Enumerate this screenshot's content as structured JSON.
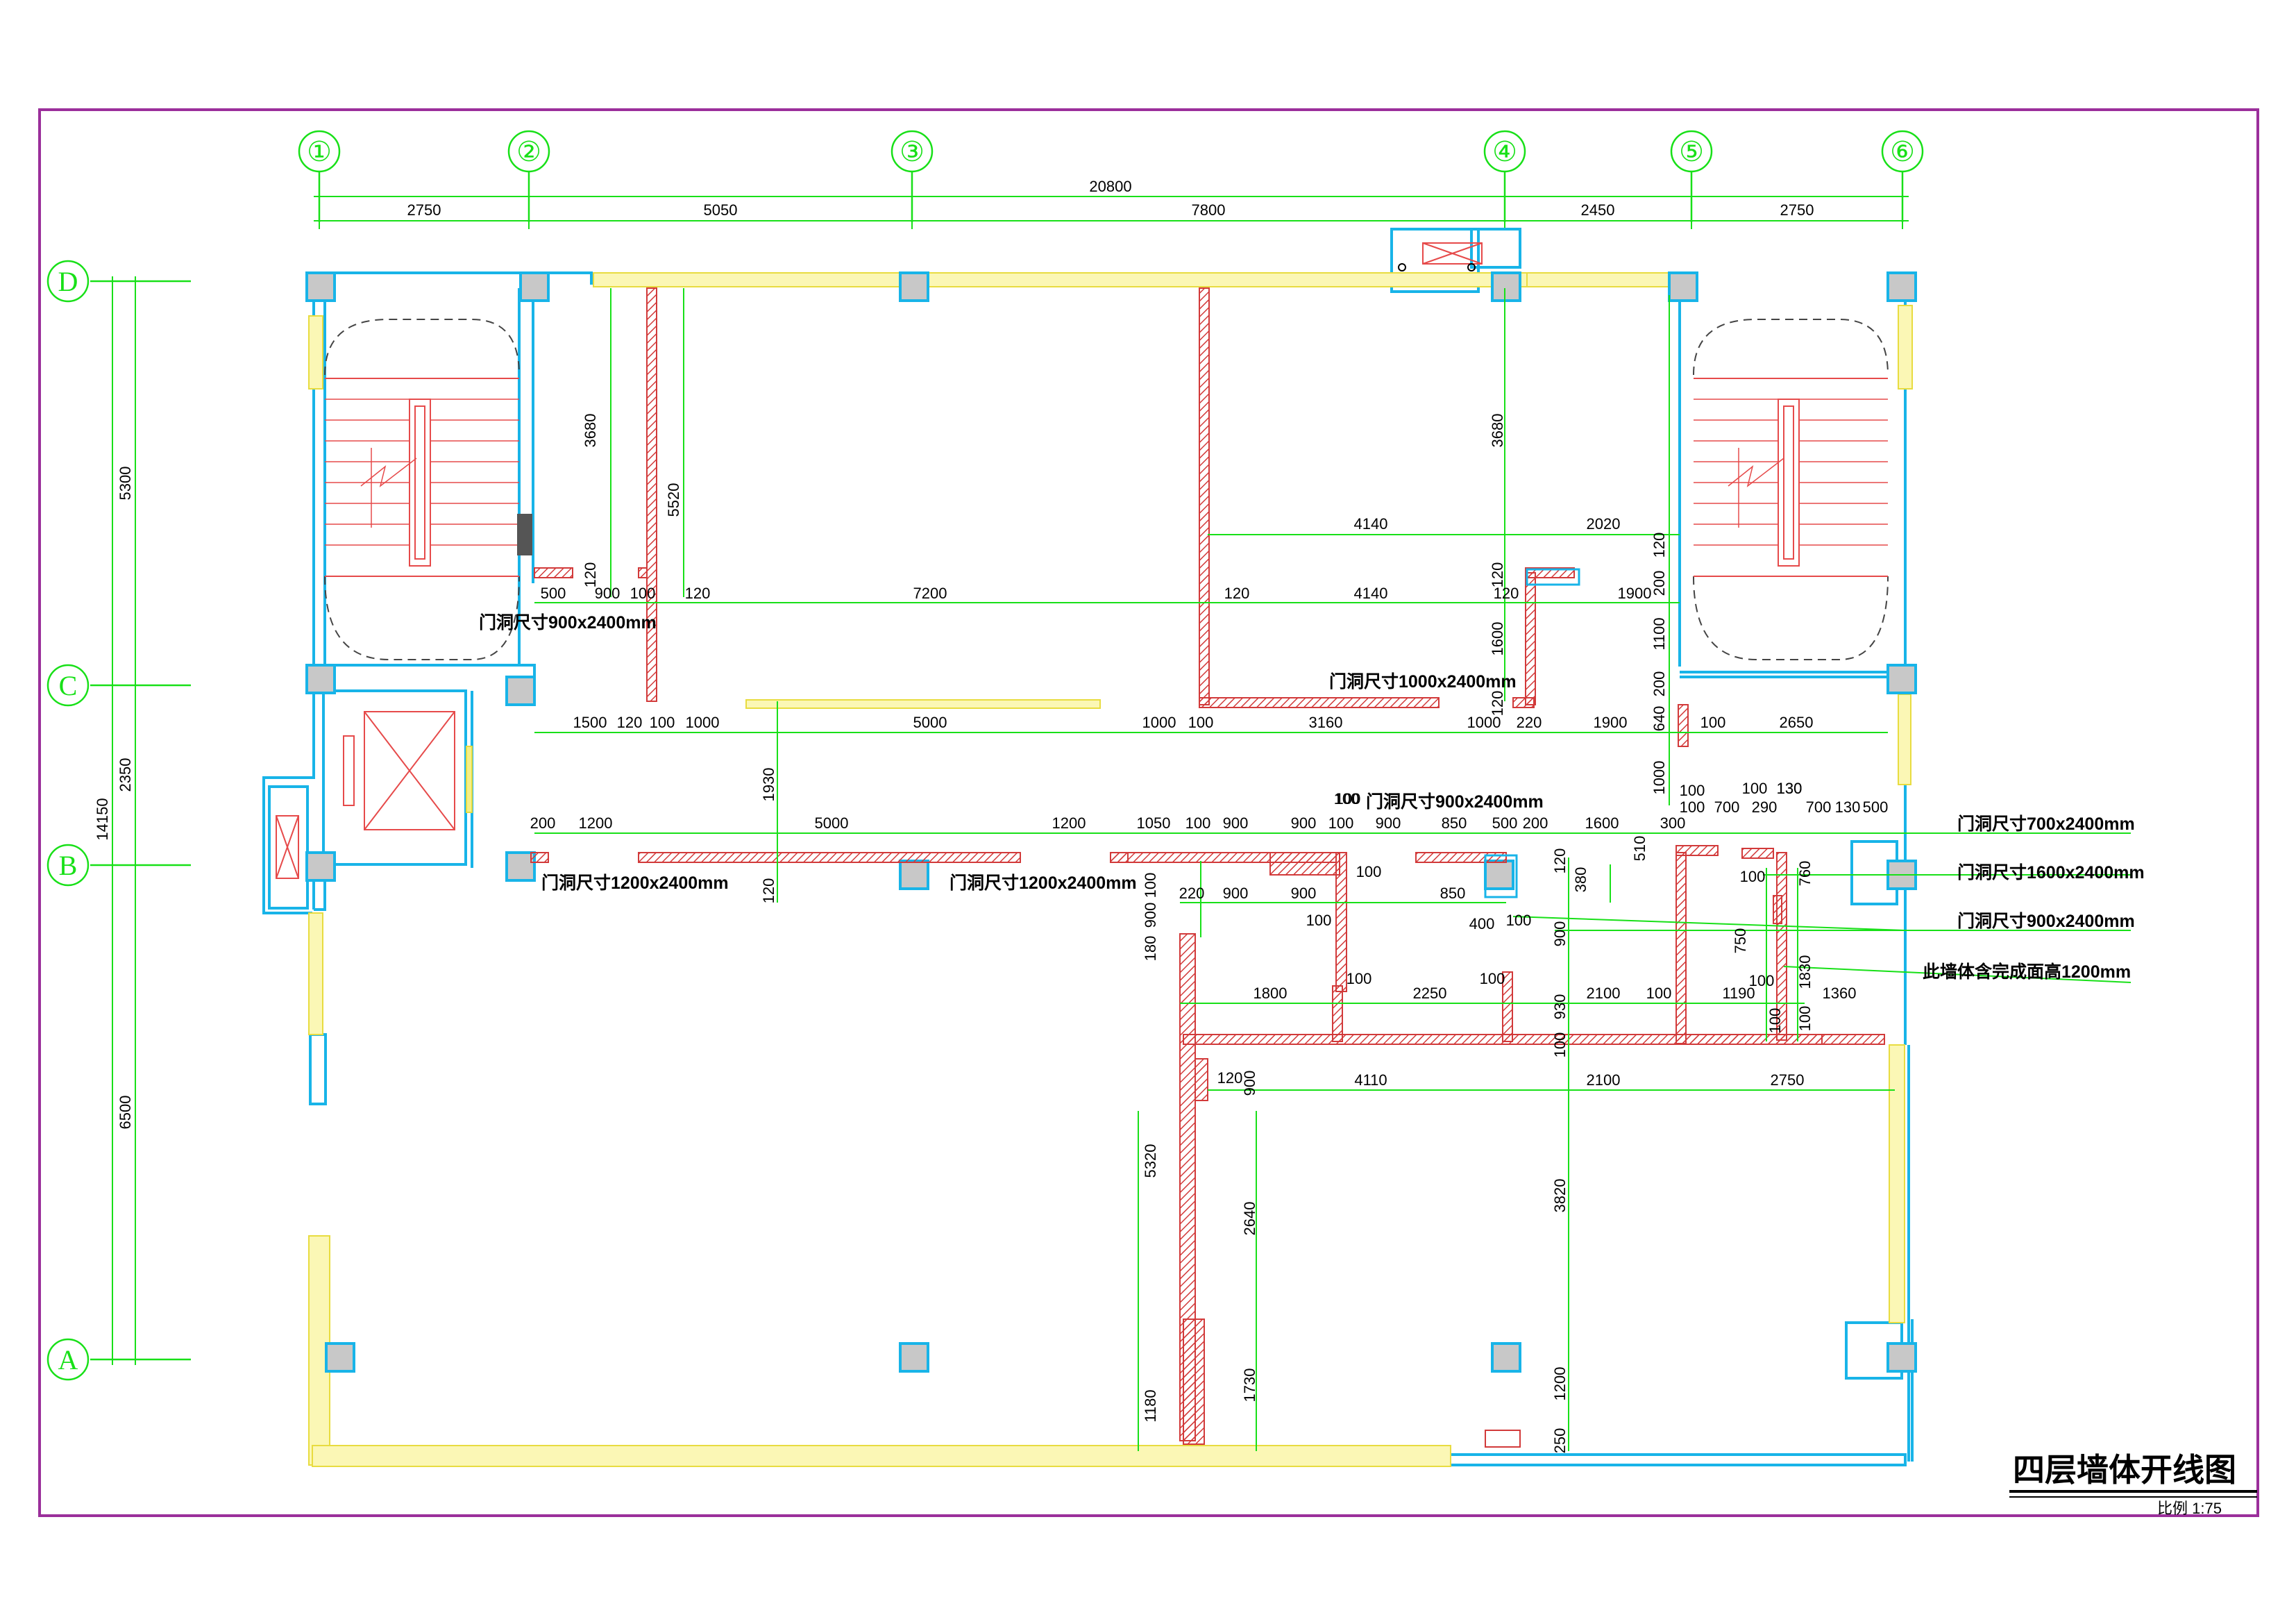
{
  "title": "四层墙体开线图",
  "scale": "比例 1:75",
  "colors": {
    "border": "#9b2f9b",
    "grid": "#18e018",
    "window": "#f4f088",
    "exterior": "#18b4e8",
    "wall": "#d23a3a",
    "column": "#c8c8c8",
    "stair": "#e64a4a"
  },
  "axes": {
    "columns": [
      "①",
      "②",
      "③",
      "④",
      "⑤",
      "⑥"
    ],
    "rows": [
      "D",
      "C",
      "B",
      "A"
    ]
  },
  "top_dims": {
    "total": "20800",
    "segments": [
      "2750",
      "5050",
      "7800",
      "2450",
      "2750"
    ]
  },
  "left_dims": {
    "total": "14150",
    "segments": [
      "5300",
      "2350",
      "6500"
    ]
  },
  "notes": {
    "door_900_a": "门洞尺寸900x2400mm",
    "door_1000": "门洞尺寸1000x2400mm",
    "door_900_b": "门洞尺寸900x2400mm",
    "door_1200_a": "门洞尺寸1200x2400mm",
    "door_1200_b": "门洞尺寸1200x2400mm",
    "right_700": "门洞尺寸700x2400mm",
    "right_1600": "门洞尺寸1600x2400mm",
    "right_900": "门洞尺寸900x2400mm",
    "right_wall": "此墙体含完成面高1200mm"
  },
  "dims_h": {
    "r1": [
      "500",
      "900",
      "100",
      "120",
      "7200",
      "120",
      "4140",
      "120",
      "1900"
    ],
    "r1_upper": [
      "4140",
      "2020"
    ],
    "r2": [
      "1500",
      "120",
      "100",
      "1000",
      "5000",
      "1000",
      "100",
      "3160",
      "1000",
      "220",
      "1900",
      "100",
      "2650"
    ],
    "r3": [
      "200",
      "1200",
      "5000",
      "1200",
      "1050",
      "100",
      "900",
      "900",
      "100",
      "900",
      "850",
      "500",
      "200",
      "1600",
      "300",
      "100",
      "700",
      "100",
      "290",
      "130",
      "700",
      "130",
      "500"
    ],
    "r3_top": [
      "100",
      "100",
      "130"
    ],
    "r4": [
      "220",
      "900",
      "900",
      "850",
      "100",
      "100",
      "100"
    ],
    "r5": [
      "1800",
      "2250",
      "2100",
      "100",
      "1190",
      "1360"
    ],
    "r6": [
      "4110",
      "2100",
      "2750"
    ]
  },
  "dims_v": {
    "v1": [
      "3680",
      "120"
    ],
    "v2": [
      "5520"
    ],
    "v3": [
      "3680",
      "120",
      "1600",
      "120"
    ],
    "v4": [
      "120",
      "200",
      "1100",
      "200",
      "640",
      "1000",
      "510",
      "300"
    ],
    "v5": [
      "1930",
      "120"
    ],
    "v6": [
      "100",
      "900",
      "180",
      "5320",
      "1180"
    ],
    "v7": [
      "900",
      "2640",
      "1730"
    ],
    "v8": [
      "120",
      "380",
      "900",
      "930",
      "100",
      "3820",
      "1200",
      "250"
    ],
    "v9": [
      "760",
      "750",
      "1830",
      "100",
      "100"
    ]
  }
}
